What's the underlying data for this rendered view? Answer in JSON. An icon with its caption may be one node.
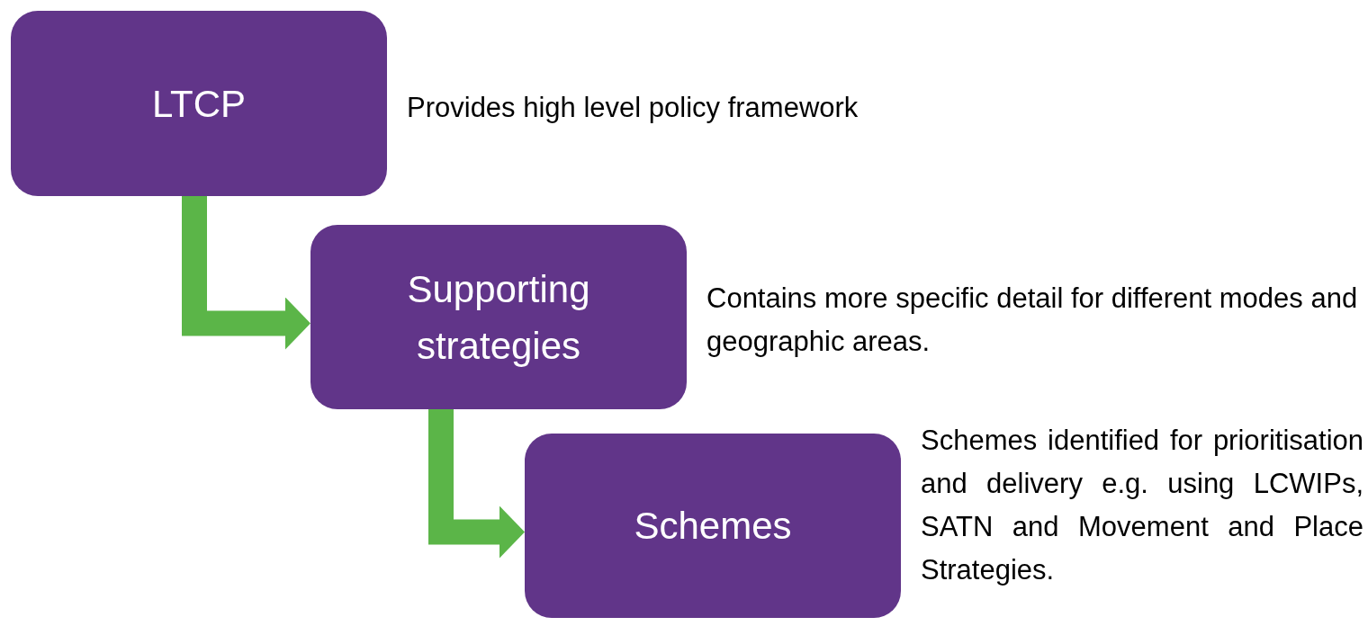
{
  "diagram": {
    "nodes": [
      {
        "text": [
          "LTCP"
        ],
        "beside": [
          "Provides high level policy framework"
        ]
      },
      {
        "text": [
          "Supporting strategies"
        ],
        "beside": [
          "Contains more specific detail for different modes and geographic areas."
        ]
      },
      {
        "text": [
          "Schemes"
        ],
        "beside": [
          "Schemes identified for prioritisation and delivery e.g. using LCWIPs, SATN and Movement and Place Strategies."
        ]
      }
    ],
    "edges": [
      {
        "from": 0,
        "to": 1,
        "arrow": "to"
      },
      {
        "from": 1,
        "to": 2,
        "arrow": "to"
      }
    ]
  }
}
